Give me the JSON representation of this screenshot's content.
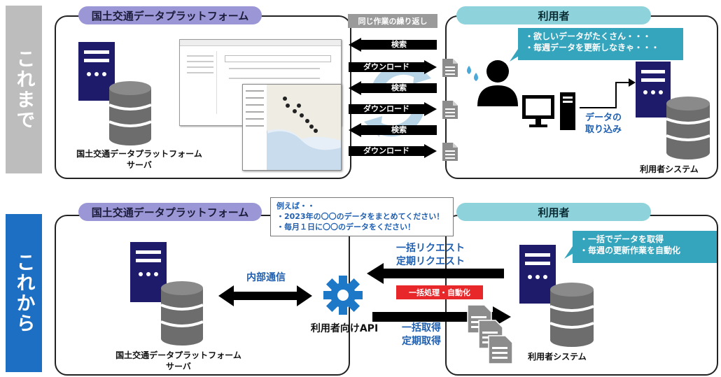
{
  "sections": {
    "before": {
      "label": "これまで",
      "color": "#bdbdbd"
    },
    "after": {
      "label": "これから",
      "color": "#1d6fc4"
    }
  },
  "top": {
    "platform_header": "国土交通データプラットフォーム",
    "user_header": "利用者",
    "server_caption_line1": "国土交通データプラットフォーム",
    "server_caption_line2": "サーバ",
    "repeat_label": "同じ作業の繰り返し",
    "arrows": [
      {
        "label": "検索",
        "direction": "left"
      },
      {
        "label": "ダウンロード",
        "direction": "right"
      },
      {
        "label": "検索",
        "direction": "left"
      },
      {
        "label": "ダウンロード",
        "direction": "right"
      },
      {
        "label": "検索",
        "direction": "left"
      },
      {
        "label": "ダウンロード",
        "direction": "right"
      }
    ],
    "user_bubble_line1": "・欲しいデータがたくさん・・・",
    "user_bubble_line2": "・毎週データを更新しなきゃ・・・",
    "import_line1": "データの",
    "import_line2": "取り込み",
    "user_system": "利用者システム"
  },
  "bottom": {
    "platform_header": "国土交通データプラットフォーム",
    "user_header": "利用者",
    "example_line1": "例えば・・",
    "example_line2": "・2023年の〇〇のデータをまとめてください！",
    "example_line3": "・毎月１日に〇〇のデータをください！",
    "internal_comm": "内部通信",
    "api_label": "利用者向けAPI",
    "request_line1": "一括リクエスト",
    "request_line2": "定期リクエスト",
    "batch_label": "一括処理・自動化",
    "get_line1": "一括取得",
    "get_line2": "定期取得",
    "user_bubble_line1": "・一括でデータを取得",
    "user_bubble_line2": "・毎週の更新作業を自動化",
    "server_caption_line1": "国土交通データプラットフォーム",
    "server_caption_line2": "サーバ",
    "user_system": "利用者システム"
  },
  "colors": {
    "server_navy": "#1e1b6b",
    "db_gray": "#6d6d6d",
    "gear_blue": "#1e78c8",
    "callout_teal": "#34a5bd",
    "red": "#e8272b"
  }
}
